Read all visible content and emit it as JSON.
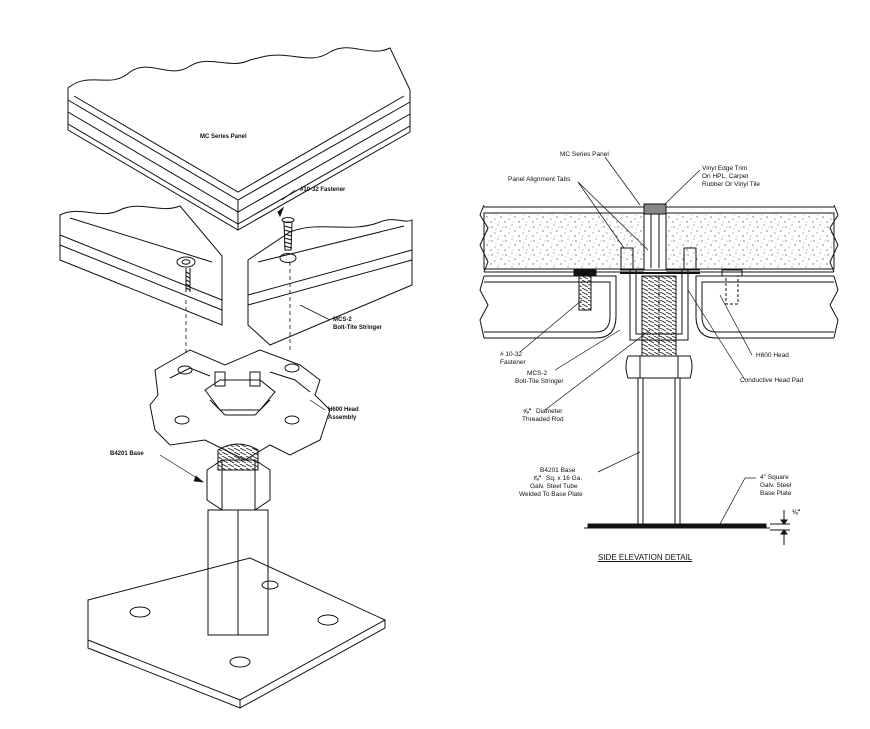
{
  "iso": {
    "panel": "MC Series Panel",
    "fastener": "#10-32 Fastener",
    "stringer_line1": "MCS-2",
    "stringer_line2": "Bolt-Tite Stringer",
    "head_line1": "H600 Head",
    "head_line2": "Assembly",
    "base": "B4201 Base"
  },
  "elevation": {
    "title": "SIDE ELEVATION DETAIL",
    "panel": "MC Series Panel",
    "tabs": "Panel Alignment Tabs",
    "trim_line1": "Vinyl Edge Trim",
    "trim_line2": "On HPL, Carpet",
    "trim_line3": "Rubber Or Vinyl Tile",
    "fastener_line1": "# 10-32",
    "fastener_line2": "Fastener",
    "stringer_line1": "MCS-2",
    "stringer_line2": "Bolt-Tite Stringer",
    "head": "H600 Head",
    "pad": "Conductive Head Pad",
    "rod_frac": "⅝\"",
    "rod_line1": "Diameter",
    "rod_line2": "Threaded Rod",
    "base_line1": "B4201 Base",
    "base_frac": "⅞\"",
    "base_line2": "Sq. x 16 Ga.",
    "base_line3": "Galv. Steel Tube",
    "base_line4": "Welded To Base Plate",
    "plate_line1": "4\" Square",
    "plate_line2": "Galv. Steel",
    "plate_line3": "Base Plate",
    "dim": "⅛\""
  }
}
